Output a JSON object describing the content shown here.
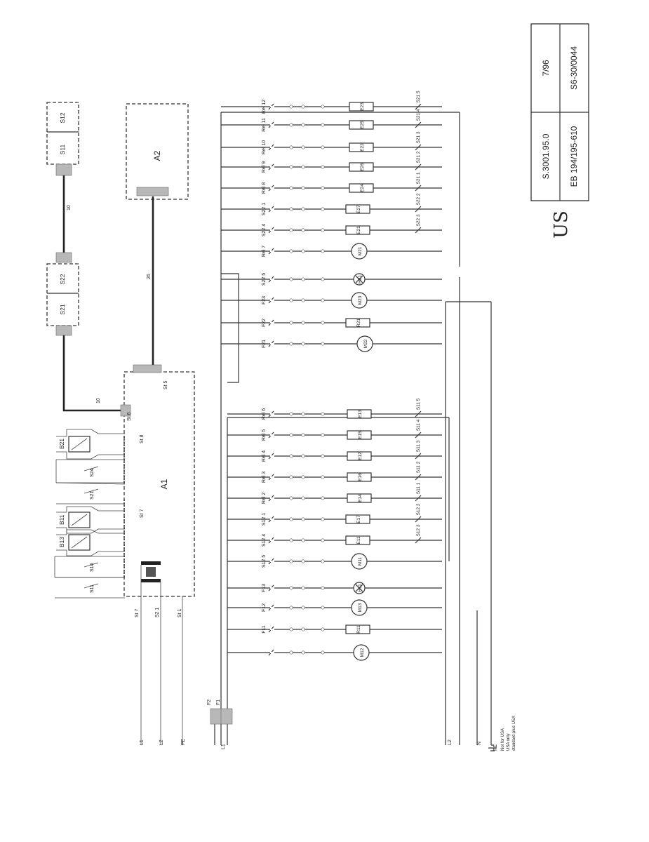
{
  "title_block": {
    "drawing_number": "S.3001.95.0",
    "date": "7/96",
    "model": "EB 194/195-610",
    "sheet": "S6-30/0044"
  },
  "region_mark": "US",
  "modules": {
    "a1": "A1",
    "a2": "A2"
  },
  "plugs": {
    "st5": "St 5",
    "st6": "St 6",
    "st7": "St 7",
    "st8": "St 8"
  },
  "cables": {
    "c10a": "10",
    "c10b": "10",
    "c26": "26"
  },
  "switch_units": {
    "s11": "S11",
    "s12": "S12",
    "s21": "S21",
    "s22": "S22"
  },
  "sensors": {
    "b11": "B11",
    "b13": "B13",
    "b21": "B21"
  },
  "side_switches": {
    "s11": "S11",
    "s14": "S14",
    "s21": "S21",
    "s24": "S24"
  },
  "transformer_labels": {
    "t1": "St 7",
    "t2": "S2 1",
    "t3": "St 1"
  },
  "supply": {
    "l1": "L1",
    "l2": "L2",
    "pe_top": "PE",
    "l1_low": "L1",
    "l2_low": "L2",
    "n": "N",
    "pe": "PE",
    "fuse_f1": "F1",
    "fuse_f2": "F2"
  },
  "pe_notes": [
    "Not for USA",
    "USA only",
    "standard plus USA"
  ],
  "upper_rungs": [
    "Rel 12",
    "Rel 11",
    "Rel 10",
    "Rel 9",
    "Rel 8",
    "S22 1",
    "S22 4",
    "Rel 7",
    "S22 5",
    "F23",
    "F22",
    "F21"
  ],
  "upper_loads": [
    "E23",
    "E25",
    "E22",
    "E26",
    "E24",
    "E27",
    "E21",
    "M21",
    "H21",
    "M23",
    "R21",
    "M22"
  ],
  "upper_switches": [
    "S21 5",
    "S21 4",
    "S21 3",
    "S21 2",
    "S21 1",
    "S22 2",
    "S22 3"
  ],
  "lower_rungs": [
    "Rel 6",
    "Rel 5",
    "Rel 4",
    "Rel 3",
    "Rel 2",
    "S12 1",
    "S12 4",
    "S12 5",
    "F13",
    "F12",
    "F11"
  ],
  "lower_loads": [
    "E13",
    "E15",
    "E12",
    "E16",
    "E14",
    "E17",
    "E11",
    "M11",
    "H11",
    "M13",
    "R11",
    "M12"
  ],
  "lower_switches": [
    "S11 5",
    "S11 4",
    "S11 3",
    "S11 2",
    "S11 1",
    "S12 2",
    "S12 3"
  ]
}
